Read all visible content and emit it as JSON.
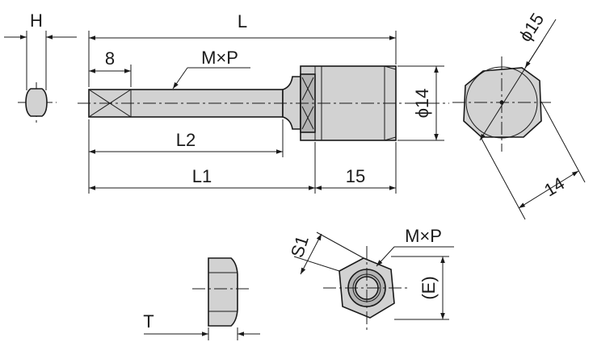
{
  "labels": {
    "H": "H",
    "L": "L",
    "phi15": "ϕ15",
    "eight": "8",
    "MxP_top": "M×P",
    "phi14": "ϕ14",
    "L2": "L2",
    "L1": "L1",
    "fifteen": "15",
    "fourteen": "14",
    "S1": "S1",
    "MxP_nut": "M×P",
    "E": "(E)",
    "T": "T"
  }
}
